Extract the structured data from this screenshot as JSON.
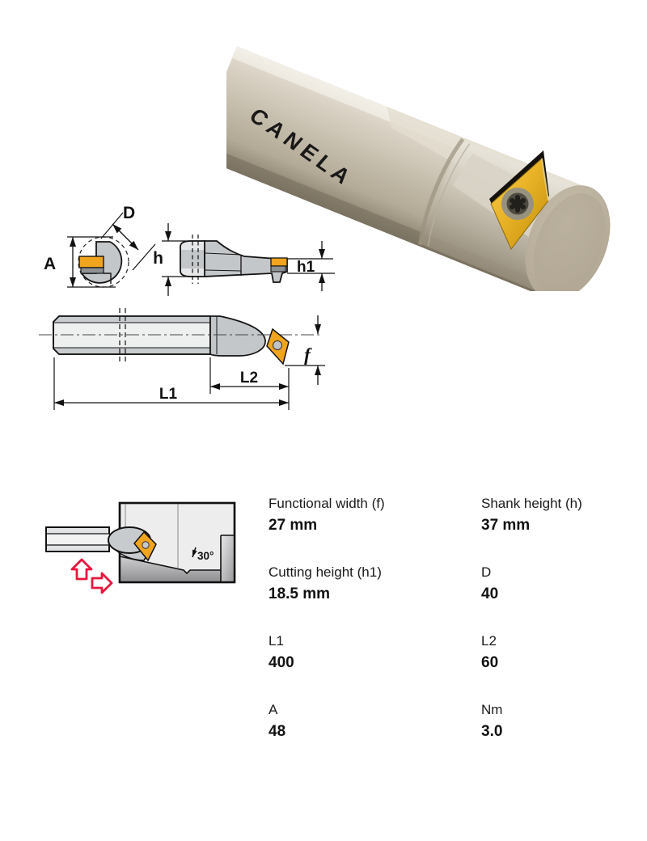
{
  "brand": "CANELA",
  "drawing": {
    "dim_A": "A",
    "dim_D": "D",
    "dim_h": "h",
    "dim_h1": "h1",
    "dim_L1": "L1",
    "dim_L2": "L2",
    "dim_f": "f"
  },
  "application": {
    "angle_label": "30°"
  },
  "specs": {
    "rows": [
      {
        "label": "Functional width (f)",
        "value": "27 mm"
      },
      {
        "label": "Shank height (h)",
        "value": "37 mm"
      },
      {
        "label": "Cutting height (h1)",
        "value": "18.5 mm"
      },
      {
        "label": "D",
        "value": "40"
      },
      {
        "label": "L1",
        "value": "400"
      },
      {
        "label": "L2",
        "value": "60"
      },
      {
        "label": "A",
        "value": "48"
      },
      {
        "label": "Nm",
        "value": "3.0"
      }
    ]
  },
  "colors": {
    "insert_gold": "#f1a41d",
    "drawing_gray": "#c4c7ca",
    "red_arrow": "#e8173d",
    "bar_metal": "#c7bfae"
  }
}
